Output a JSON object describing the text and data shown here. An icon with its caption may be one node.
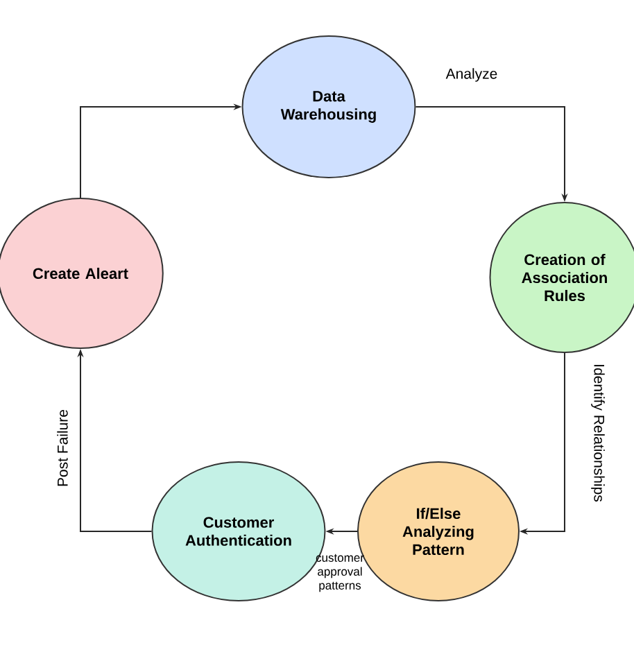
{
  "diagram": {
    "nodes": [
      {
        "text": [
          "Data Warehousing"
        ]
      },
      {
        "text": [
          "Creation of Association Rules"
        ]
      },
      {
        "text": [
          "If/Else Analyzing Pattern"
        ]
      },
      {
        "text": [
          "Customer Authentication"
        ]
      },
      {
        "text": [
          "Create Aleart"
        ]
      }
    ],
    "edges": [
      {
        "from": 0,
        "to": 1,
        "arrow": "to",
        "label": "Analyze"
      },
      {
        "from": 1,
        "to": 2,
        "arrow": "to",
        "label": "Identify Relationships"
      },
      {
        "from": 2,
        "to": 3,
        "arrow": "to",
        "label": "customer approval patterns"
      },
      {
        "from": 3,
        "to": 4,
        "arrow": "to",
        "label": "Post Failure"
      },
      {
        "from": 4,
        "to": 0,
        "arrow": "to"
      }
    ]
  }
}
